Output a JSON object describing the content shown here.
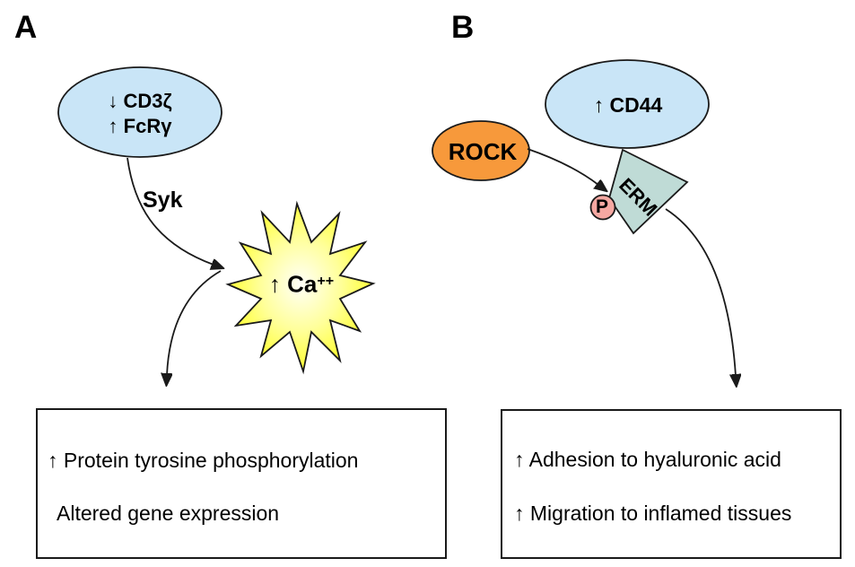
{
  "colors": {
    "node_blue": "#C9E5F7",
    "node_orange": "#F7993B",
    "erm_teal": "#BFDBD6",
    "phospho_pink": "#F5A8A2",
    "star_center": "#FFFFF8",
    "star_mid": "#FFFF99",
    "star_edge": "#FFFF00"
  },
  "panel_a": {
    "label": "A",
    "receptor_node": {
      "line1": "↓ CD3ζ",
      "line2": "↑ FcRγ"
    },
    "kinase_label": "Syk",
    "calcium_node": {
      "text": "↑ Ca",
      "superscript": "++"
    },
    "outcome_box": {
      "line1": "↑ Protein tyrosine phosphorylation",
      "line2": "Altered gene expression"
    }
  },
  "panel_b": {
    "label": "B",
    "rock_node": {
      "label": "ROCK"
    },
    "cd44_node": {
      "label": "↑ CD44"
    },
    "erm_node": {
      "label": "ERM"
    },
    "phospho_node": {
      "label": "P"
    },
    "outcome_box": {
      "line1": "↑ Adhesion to hyaluronic acid",
      "line2": "↑ Migration to inflamed tissues"
    }
  }
}
